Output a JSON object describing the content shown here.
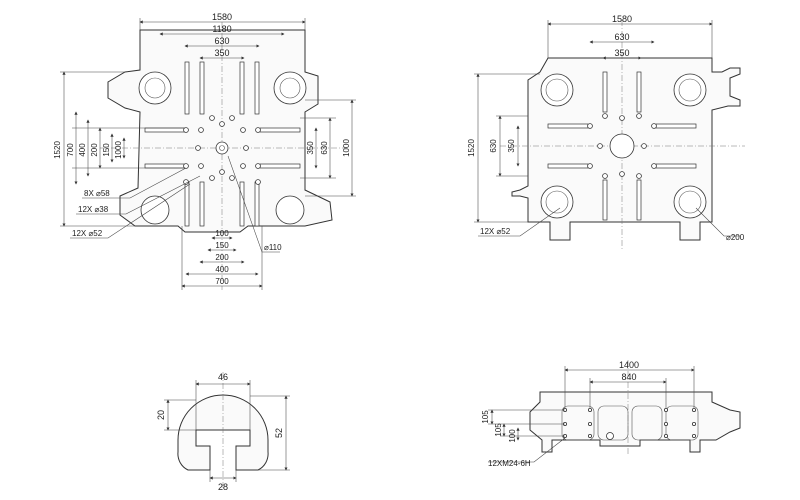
{
  "top_left_view": {
    "dims_h": [
      "1580",
      "1180",
      "630",
      "350"
    ],
    "dims_h_bottom": [
      "100",
      "150",
      "200",
      "400",
      "700"
    ],
    "dims_v_left": [
      "1520",
      "700",
      "400",
      "200",
      "150",
      "1000"
    ],
    "dims_v_right": [
      "350",
      "630",
      "1000"
    ],
    "callouts": [
      "8X ⌀58",
      "12X ⌀38",
      "12X ⌀52",
      "⌀110"
    ]
  },
  "top_right_view": {
    "dims_h": [
      "1580",
      "630",
      "350"
    ],
    "dims_v_left": [
      "1520",
      "630",
      "350"
    ],
    "callouts": [
      "12X ⌀52",
      "⌀200"
    ]
  },
  "slot_detail": {
    "dims": [
      "46",
      "20",
      "52",
      "28"
    ]
  },
  "side_view": {
    "dims_h": [
      "1400",
      "840"
    ],
    "dims_v": [
      "105",
      "105",
      "100"
    ],
    "callouts": [
      "12XM24-6H"
    ]
  }
}
